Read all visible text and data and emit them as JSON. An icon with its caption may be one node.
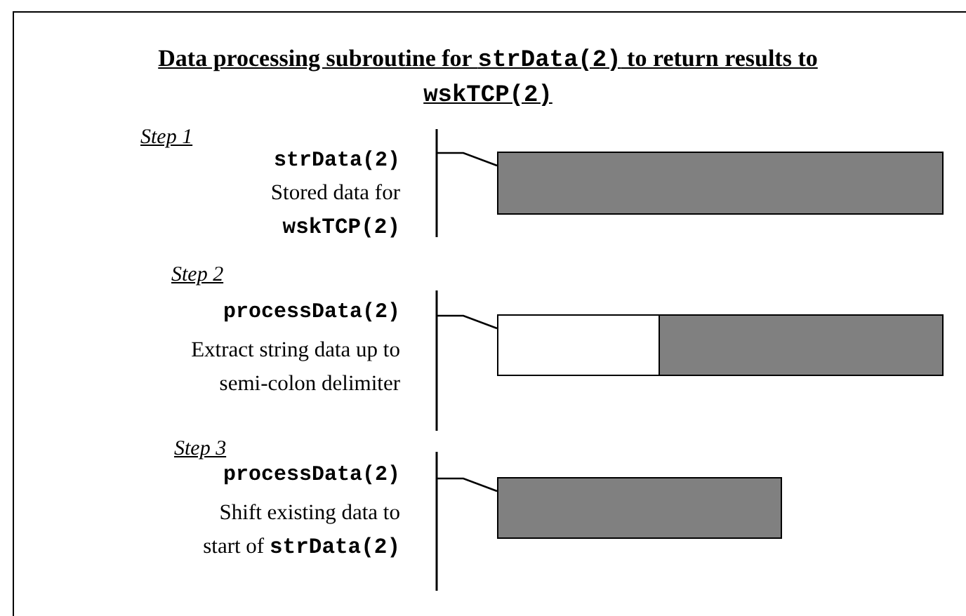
{
  "diagram": {
    "title": "Data processing subroutine for **strData(2)** to return results to **wskTCP(2)**",
    "nodes": [
      {
        "text": [
          "Step 1",
          "strData(2)",
          "Stored data for **wskTCP(2)**"
        ]
      },
      {
        "text": [],
        "shape": "bar"
      },
      {
        "text": [
          "Step 2",
          "processData(2)",
          "Extract string data up to semi-colon delimiter"
        ]
      },
      {
        "text": [],
        "shape": "bar"
      },
      {
        "text": [],
        "shape": "bar"
      },
      {
        "text": [
          "Step 3",
          "processData(2)",
          "Shift existing data to start of **strData(2)**"
        ]
      },
      {
        "text": [],
        "shape": "bar"
      }
    ],
    "edges": [
      {
        "from": 0,
        "to": 1,
        "arrow": "none"
      },
      {
        "from": 2,
        "to": 3,
        "arrow": "none"
      },
      {
        "from": 5,
        "to": 6,
        "arrow": "none"
      }
    ]
  }
}
